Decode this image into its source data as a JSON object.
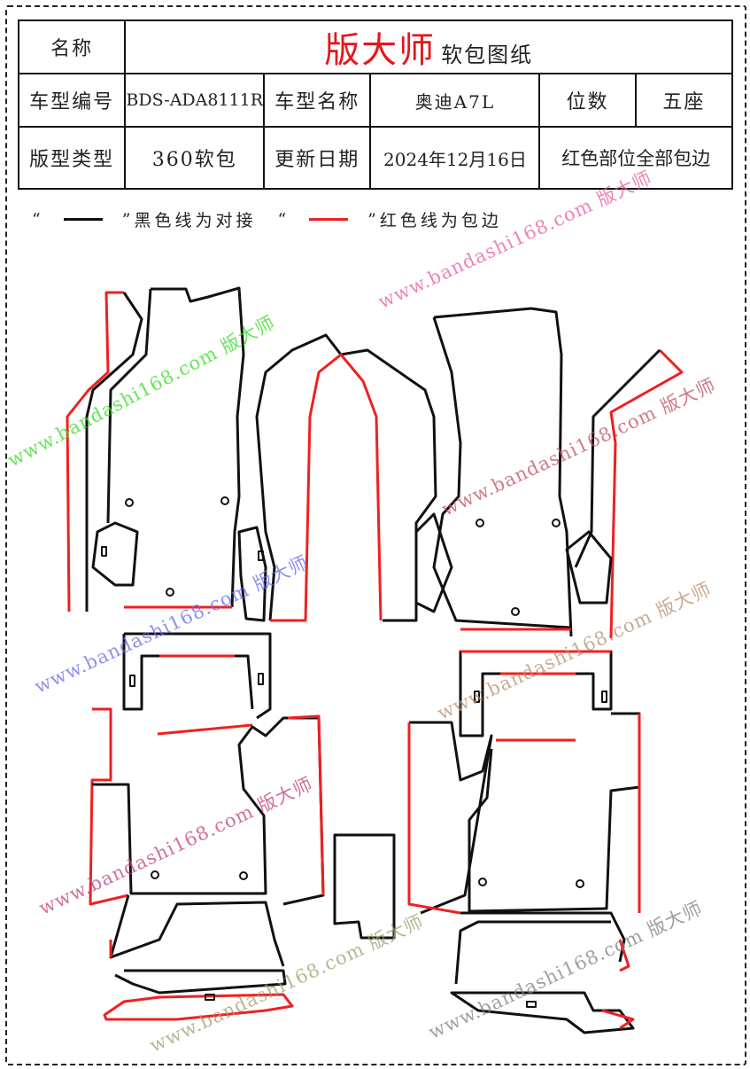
{
  "header": {
    "name_label": "名称",
    "brand": "版大师",
    "doc_title": "软包图纸",
    "model_code_label": "车型编号",
    "model_code": "BDS-ADA8111R",
    "model_name_label": "车型名称",
    "model_name": "奥迪A7L",
    "seats_label": "位数",
    "seats": "五座",
    "pattern_type_label": "版型类型",
    "pattern_type": "360软包",
    "update_date_label": "更新日期",
    "update_date": "2024年12月16日",
    "note": "红色部位全部包边"
  },
  "legend": {
    "open_quote": "“",
    "close_quote": "”",
    "black_text": "黑色线为对接",
    "red_text": "红色线为包边",
    "black_color": "#111111",
    "red_color": "#f02020"
  },
  "watermark": {
    "text": "www.bandashi168.com 版大师"
  }
}
